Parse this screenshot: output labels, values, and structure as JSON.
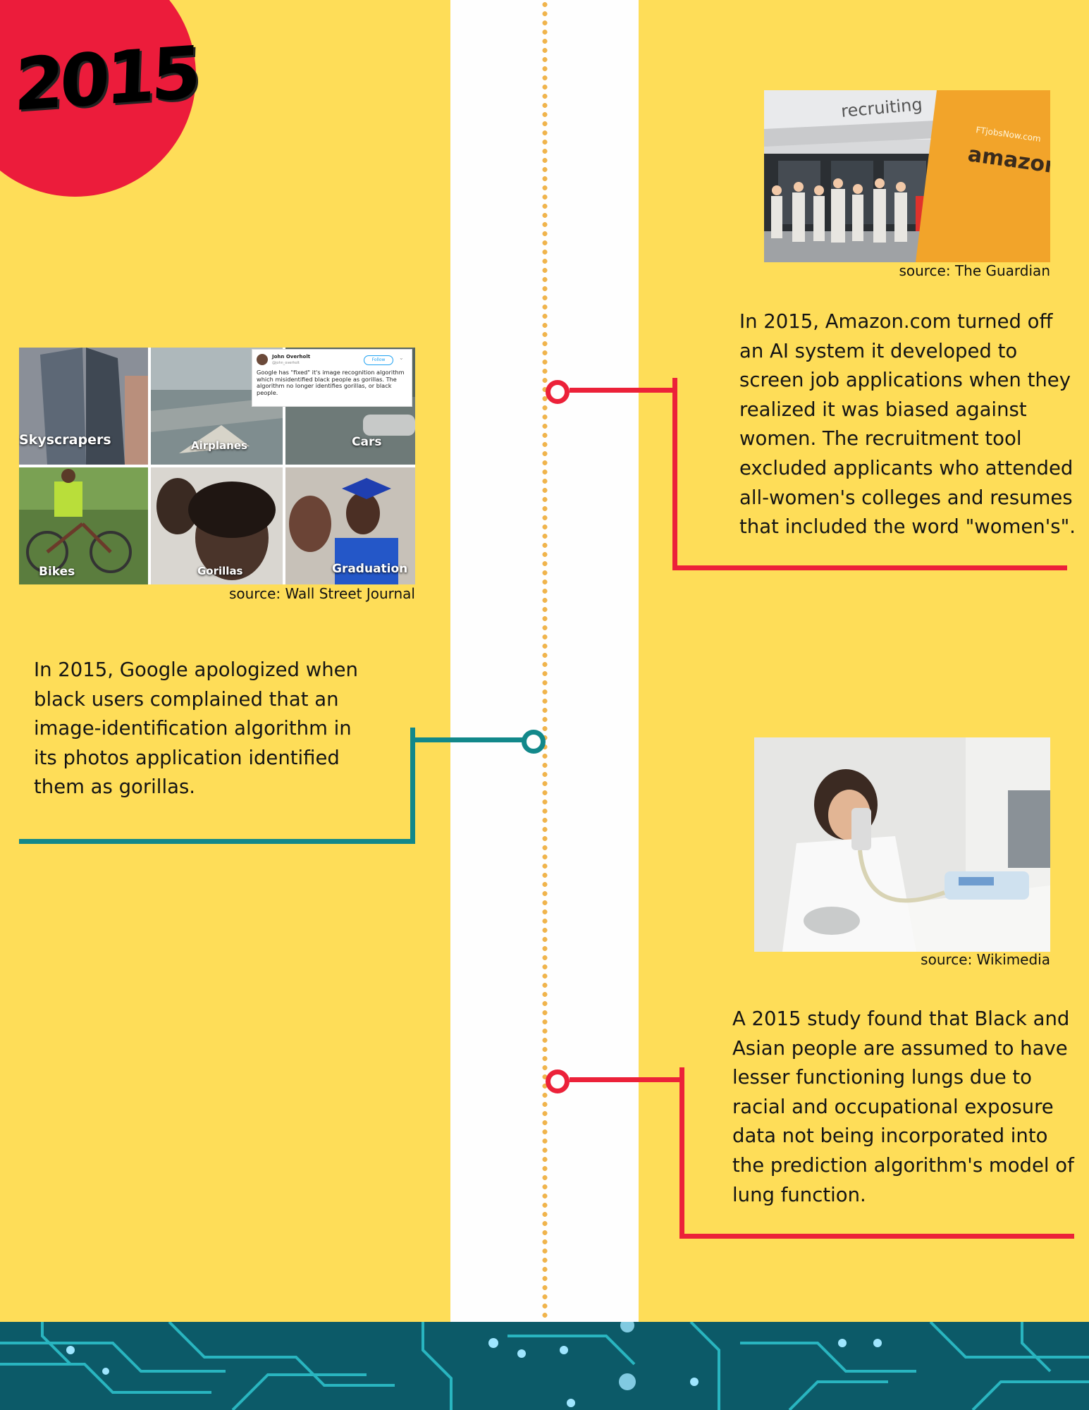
{
  "year": "2015",
  "colors": {
    "background": "#fedd58",
    "accent_red": "#ec2139",
    "accent_teal": "#12888a",
    "dots": "#f0b44c"
  },
  "google_photo": {
    "tweet": {
      "author": "John Overholt",
      "handle": "@john_overholt",
      "follow_label": "Follow",
      "text": "Google has \"fixed\" it's image recognition algorithm which misidentified black people as gorillas. The algorithm no longer identifies gorillas, or black people."
    },
    "labels": [
      "Skyscrapers",
      "Airplanes",
      "Cars",
      "Bikes",
      "Gorillas",
      "Graduation"
    ],
    "source": "source: Wall Street Journal"
  },
  "google_event": {
    "text": "In 2015, Google apologized when black users complained that an image-identification algorithm in its photos application identified them as gorillas."
  },
  "amazon_photo": {
    "sign_text": "recruiting",
    "banner_site": "FTjobsNow.com",
    "banner_brand": "amazon",
    "source": "source: The Guardian"
  },
  "amazon_event": {
    "text": "In 2015, Amazon.com turned off an AI system it developed to screen job applications when they realized it was biased against women. The recruitment tool excluded applicants who attended all-women's colleges and resumes that included the word \"women's\"."
  },
  "lung_photo": {
    "source": "source: Wikimedia"
  },
  "lung_event": {
    "text": "A 2015 study found that Black and Asian people are assumed to have lesser functioning lungs due to racial and occupational exposure data not being incorporated into the prediction algorithm's model of lung function."
  }
}
